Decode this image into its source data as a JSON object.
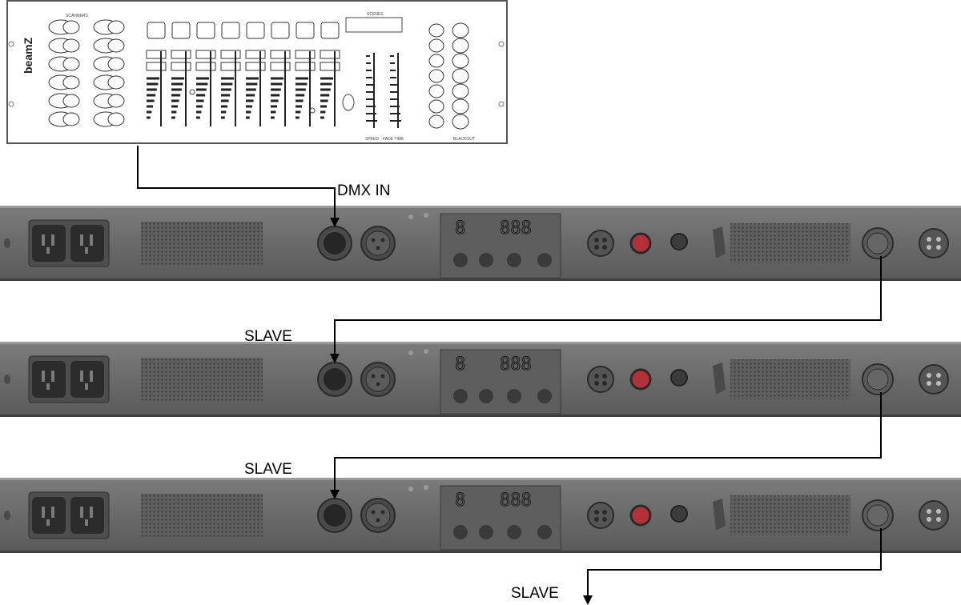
{
  "controller": {
    "brand": "beamZ",
    "scanners_label": "SCANNERS",
    "scenes_label": "SCENES",
    "speed_label": "SPEED",
    "fade_time_label": "FADE TIME",
    "blackout_label": "BLACKOUT"
  },
  "labels": {
    "dmx_in": "DMX IN",
    "slave_1": "SLAVE",
    "slave_2": "SLAVE",
    "slave_3": "SLAVE"
  },
  "units": [
    {
      "display_single": "8",
      "display_triple": "888"
    },
    {
      "display_single": "8",
      "display_triple": "888"
    },
    {
      "display_single": "8",
      "display_triple": "888"
    }
  ]
}
